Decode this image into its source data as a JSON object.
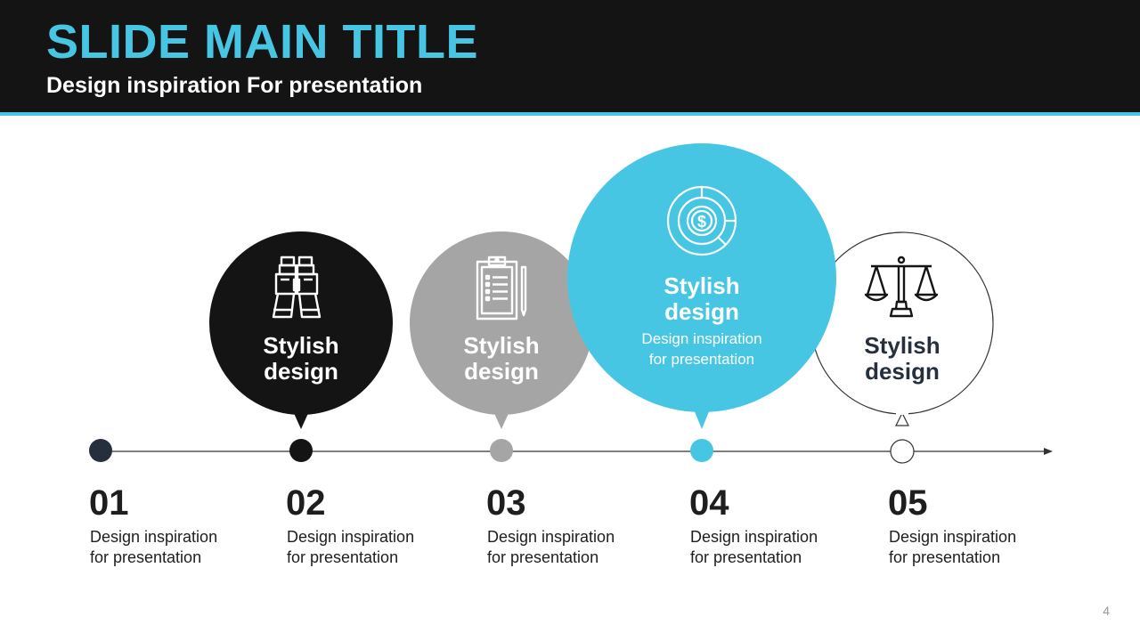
{
  "slide": {
    "title": "SLIDE MAIN TITLE",
    "subtitle": "Design inspiration For presentation",
    "page_number": "4"
  },
  "bubbles": [
    {
      "label_line1": "Stylish",
      "label_line2": "design",
      "icon": "binoculars-icon"
    },
    {
      "label_line1": "Stylish",
      "label_line2": "design",
      "icon": "clipboard-icon"
    },
    {
      "label_line1": "Stylish",
      "label_line2": "design",
      "desc_line1": "Design inspiration",
      "desc_line2": "for presentation",
      "icon": "dollar-chart-icon"
    },
    {
      "label_line1": "Stylish",
      "label_line2": "design",
      "icon": "scales-icon"
    }
  ],
  "steps": [
    {
      "number": "01",
      "line1": "Design inspiration",
      "line2": "for presentation"
    },
    {
      "number": "02",
      "line1": "Design inspiration",
      "line2": "for presentation"
    },
    {
      "number": "03",
      "line1": "Design inspiration",
      "line2": "for presentation"
    },
    {
      "number": "04",
      "line1": "Design inspiration",
      "line2": "for presentation"
    },
    {
      "number": "05",
      "line1": "Design inspiration",
      "line2": "for presentation"
    }
  ],
  "colors": {
    "accent": "#47c6e3",
    "dark": "#141414",
    "gray": "#a5a5a5",
    "navy": "#262f3d",
    "text_dark": "#1e1e1e"
  }
}
